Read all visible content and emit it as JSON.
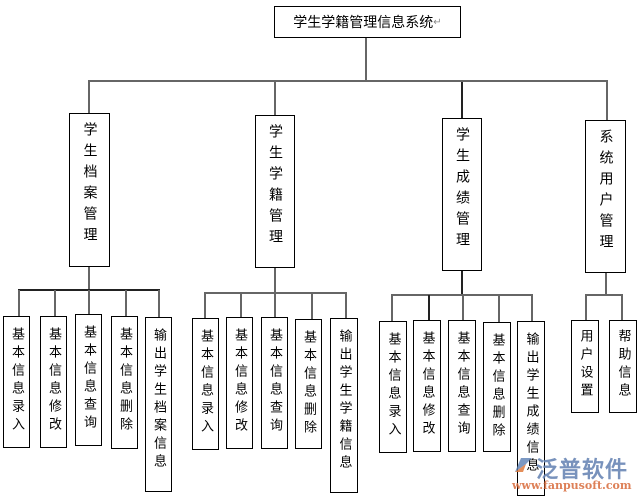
{
  "root": {
    "label": "学生学籍管理信息系统"
  },
  "modules": [
    {
      "label": "学生档案管理",
      "children": [
        "基本信息录入",
        "基本信息修改",
        "基本信息查询",
        "基本信息删除",
        "输出学生档案信息"
      ]
    },
    {
      "label": "学生学籍管理",
      "children": [
        "基本信息录入",
        "基本信息修改",
        "基本信息查询",
        "基本信息删除",
        "输出学生学籍信息"
      ]
    },
    {
      "label": "学生成绩管理",
      "children": [
        "基本信息录入",
        "基本信息修改",
        "基本信息查询",
        "基本信息删除",
        "输出学生成绩信息"
      ]
    },
    {
      "label": "系统用户管理",
      "children": [
        "用户设置",
        "帮助信息"
      ]
    }
  ],
  "watermark": {
    "brand": "泛普软件",
    "url": "www.fanpusoft.com",
    "logo_icon": "fanpu-logo-icon"
  },
  "colors": {
    "line": "#666666",
    "border": "#000000",
    "watermark_blue": "#6a87b5",
    "watermark_orange": "#d86a3a"
  }
}
